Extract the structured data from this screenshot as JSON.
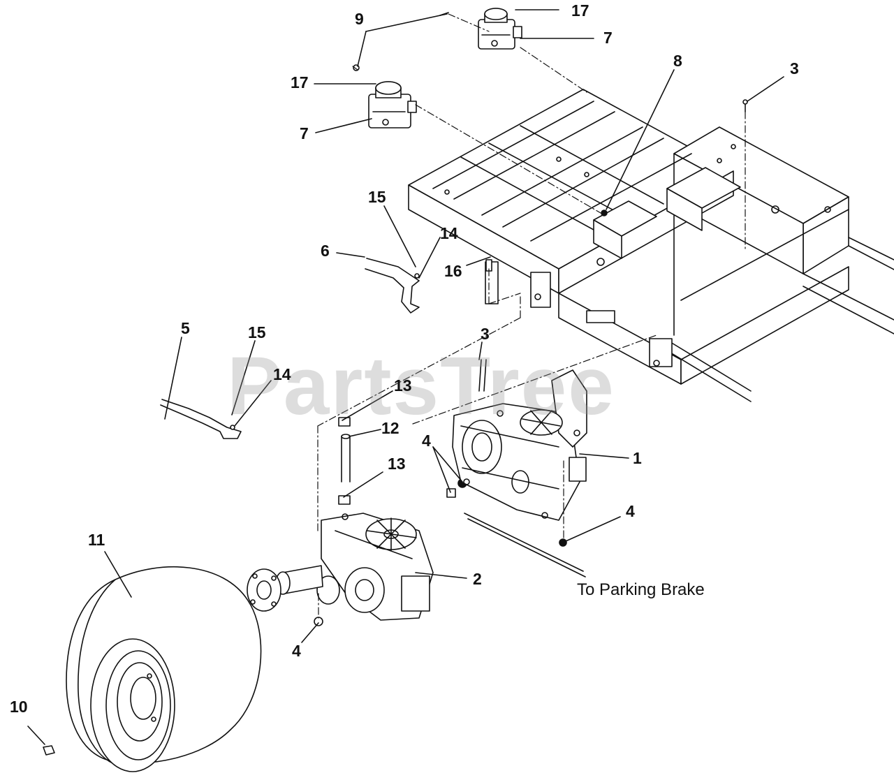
{
  "watermark": "PartsTree",
  "note": "To Parking Brake",
  "callouts": {
    "c1": "1",
    "c2": "2",
    "c3a": "3",
    "c3b": "3",
    "c4a": "4",
    "c4b": "4",
    "c4c": "4",
    "c5": "5",
    "c6": "6",
    "c7a": "7",
    "c7b": "7",
    "c8": "8",
    "c9": "9",
    "c10": "10",
    "c11": "11",
    "c12": "12",
    "c13a": "13",
    "c13b": "13",
    "c14a": "14",
    "c14b": "14",
    "c15a": "15",
    "c15b": "15",
    "c16": "16",
    "c17a": "17",
    "c17b": "17"
  },
  "colors": {
    "ink": "#111111",
    "watermark": "#969696"
  }
}
